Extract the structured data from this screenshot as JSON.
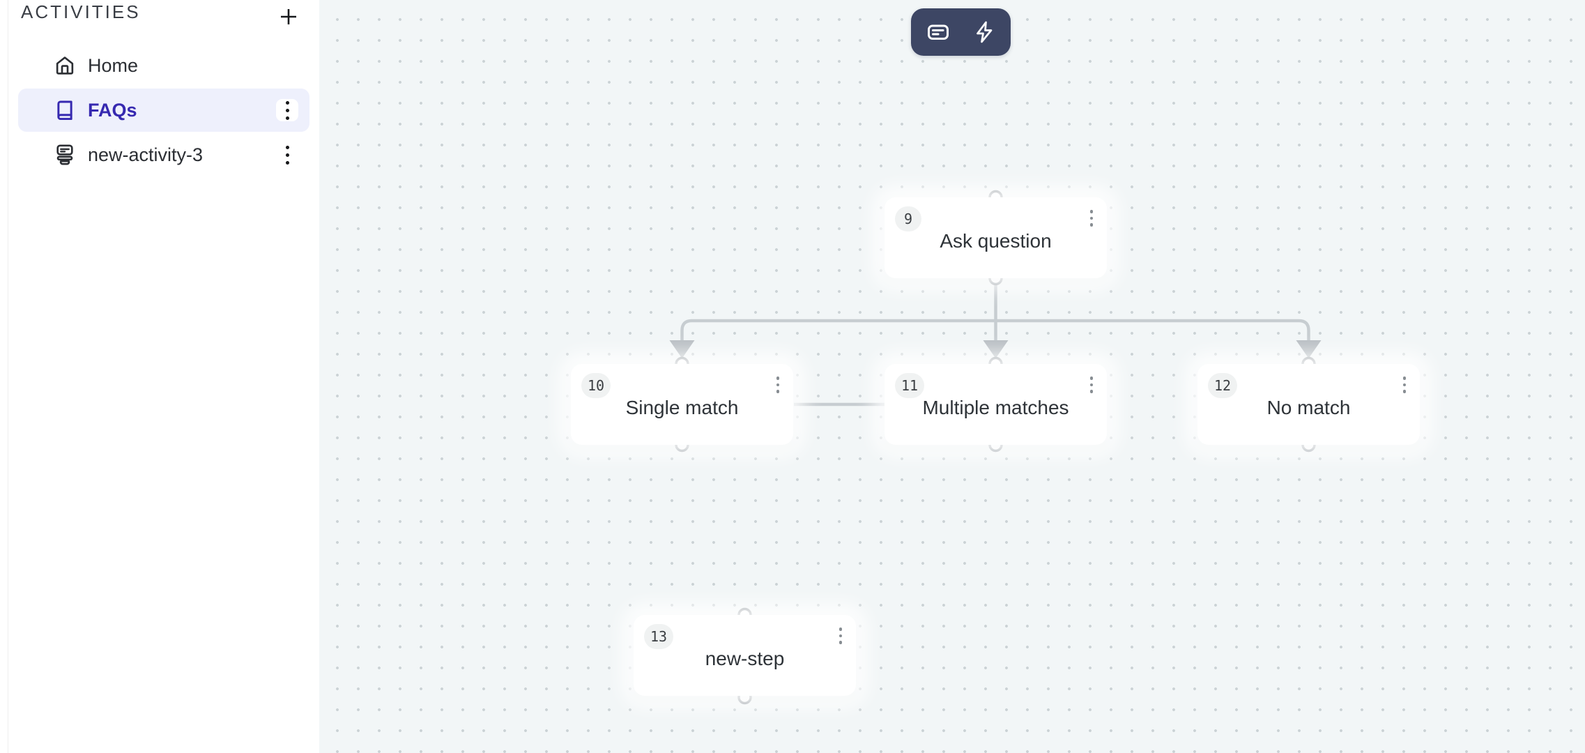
{
  "sidebar": {
    "header": "ACTIVITIES",
    "items": [
      {
        "label": "Home",
        "icon": "home-icon",
        "active": false,
        "has_menu": false
      },
      {
        "label": "FAQs",
        "icon": "book-icon",
        "active": true,
        "has_menu": true
      },
      {
        "label": "new-activity-3",
        "icon": "activity-stack-icon",
        "active": false,
        "has_menu": true
      }
    ]
  },
  "toolbar": {
    "buttons": [
      {
        "icon": "note-card-icon"
      },
      {
        "icon": "lightning-icon"
      }
    ]
  },
  "flow": {
    "nodes": [
      {
        "id": "9",
        "title": "Ask question"
      },
      {
        "id": "10",
        "title": "Single match"
      },
      {
        "id": "11",
        "title": "Multiple matches"
      },
      {
        "id": "12",
        "title": "No match"
      },
      {
        "id": "13",
        "title": "new-step"
      }
    ],
    "edges": [
      {
        "from": "9",
        "to": "10"
      },
      {
        "from": "9",
        "to": "11"
      },
      {
        "from": "9",
        "to": "12"
      },
      {
        "from": "10",
        "to": "11",
        "style": "horizontal"
      }
    ]
  },
  "colors": {
    "accent": "#3629b0",
    "active_item_bg": "#eef0fc",
    "toolbar_bg": "#3d4664",
    "canvas_bg": "#f2f6f7",
    "canvas_dot": "#cbd2d5",
    "edge": "#c7cdd1",
    "arrow": "#b7bdc2",
    "port_stroke": "#8e959b"
  }
}
